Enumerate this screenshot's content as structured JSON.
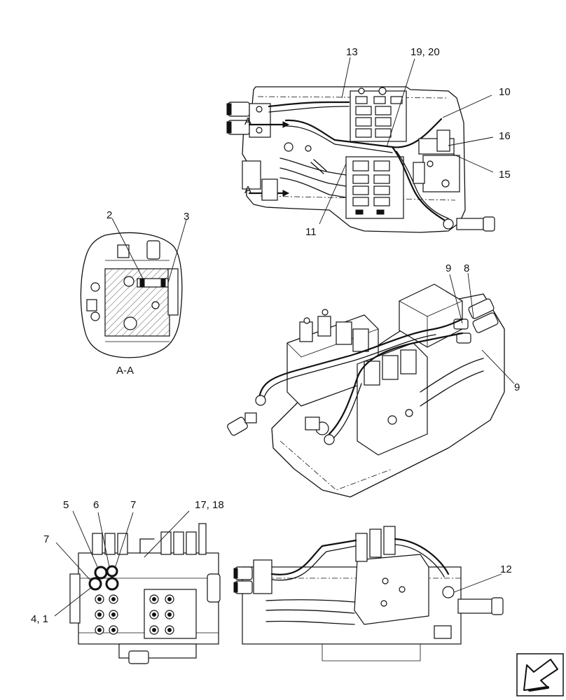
{
  "callouts": {
    "c13": "13",
    "c19_20": "19, 20",
    "c10": "10",
    "c16": "16",
    "c15": "15",
    "c11": "11",
    "cA_top": "A",
    "cA_bottom": "A",
    "c2": "2",
    "c3": "3",
    "section_label": "A-A",
    "c9_top": "9",
    "c8": "8",
    "c9_bottom": "9",
    "c5": "5",
    "c6": "6",
    "c7_right": "7",
    "c17_18": "17, 18",
    "c7_left": "7",
    "c4_1": "4, 1",
    "c12": "12"
  },
  "icons": {
    "navigation": "next-page-arrow-icon"
  }
}
